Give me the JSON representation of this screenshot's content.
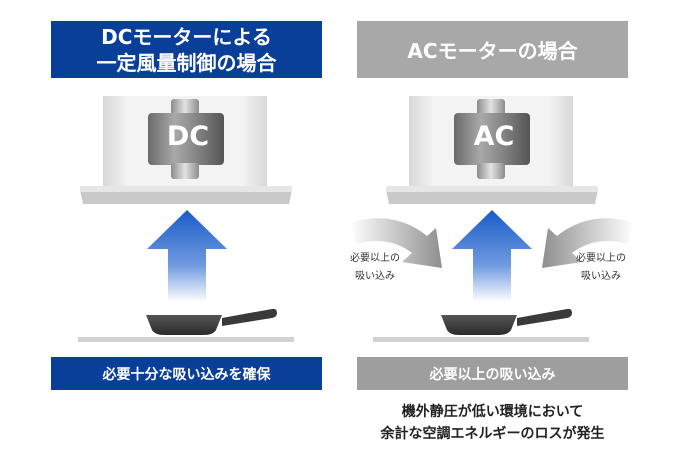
{
  "dc": {
    "title_line1": "DCモーターによる",
    "title_line2": "一定風量制御の場合",
    "motor_label": "DC",
    "caption": "必要十分な吸い込みを確保"
  },
  "ac": {
    "title": "ACモーターの場合",
    "motor_label": "AC",
    "caption": "必要以上の吸い込み",
    "side_left_line1": "必要以上の",
    "side_left_line2": "吸い込み",
    "side_right_line1": "必要以上の",
    "side_right_line2": "吸い込み",
    "note_line1": "機外静圧が低い環境において",
    "note_line2": "余計な空調エネルギーのロスが発生"
  },
  "colors": {
    "dc_blue": "#0a3f99",
    "ac_gray": "#a8a8a8",
    "arrow_blue": "#1a5bc8",
    "arrow_gray": "#9a9a9a"
  },
  "icons": {
    "motor": "motor-cylinder-icon",
    "airflow": "airflow-arrow-icon",
    "pan": "frying-pan-icon"
  }
}
